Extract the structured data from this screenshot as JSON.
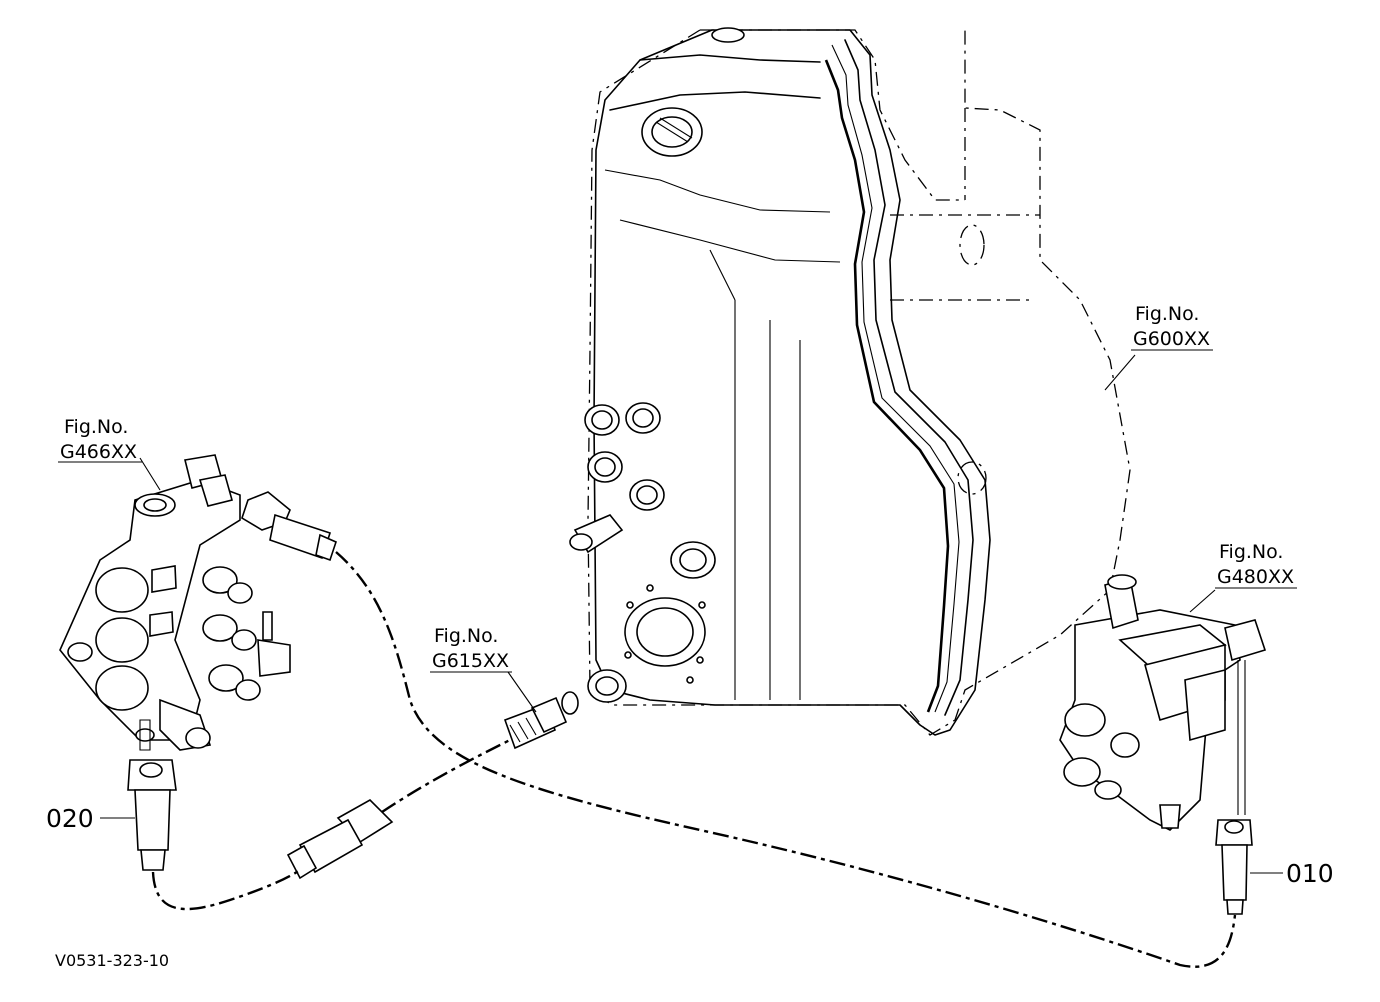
{
  "refs": {
    "g466": {
      "prefix": "Fig.No.",
      "code": "G466XX"
    },
    "g600": {
      "prefix": "Fig.No.",
      "code": "G600XX"
    },
    "g615": {
      "prefix": "Fig.No.",
      "code": "G615XX"
    },
    "g480": {
      "prefix": "Fig.No.",
      "code": "G480XX"
    }
  },
  "parts": {
    "p020": "020",
    "p010": "010"
  },
  "drawing_code": "V0531-323-10"
}
